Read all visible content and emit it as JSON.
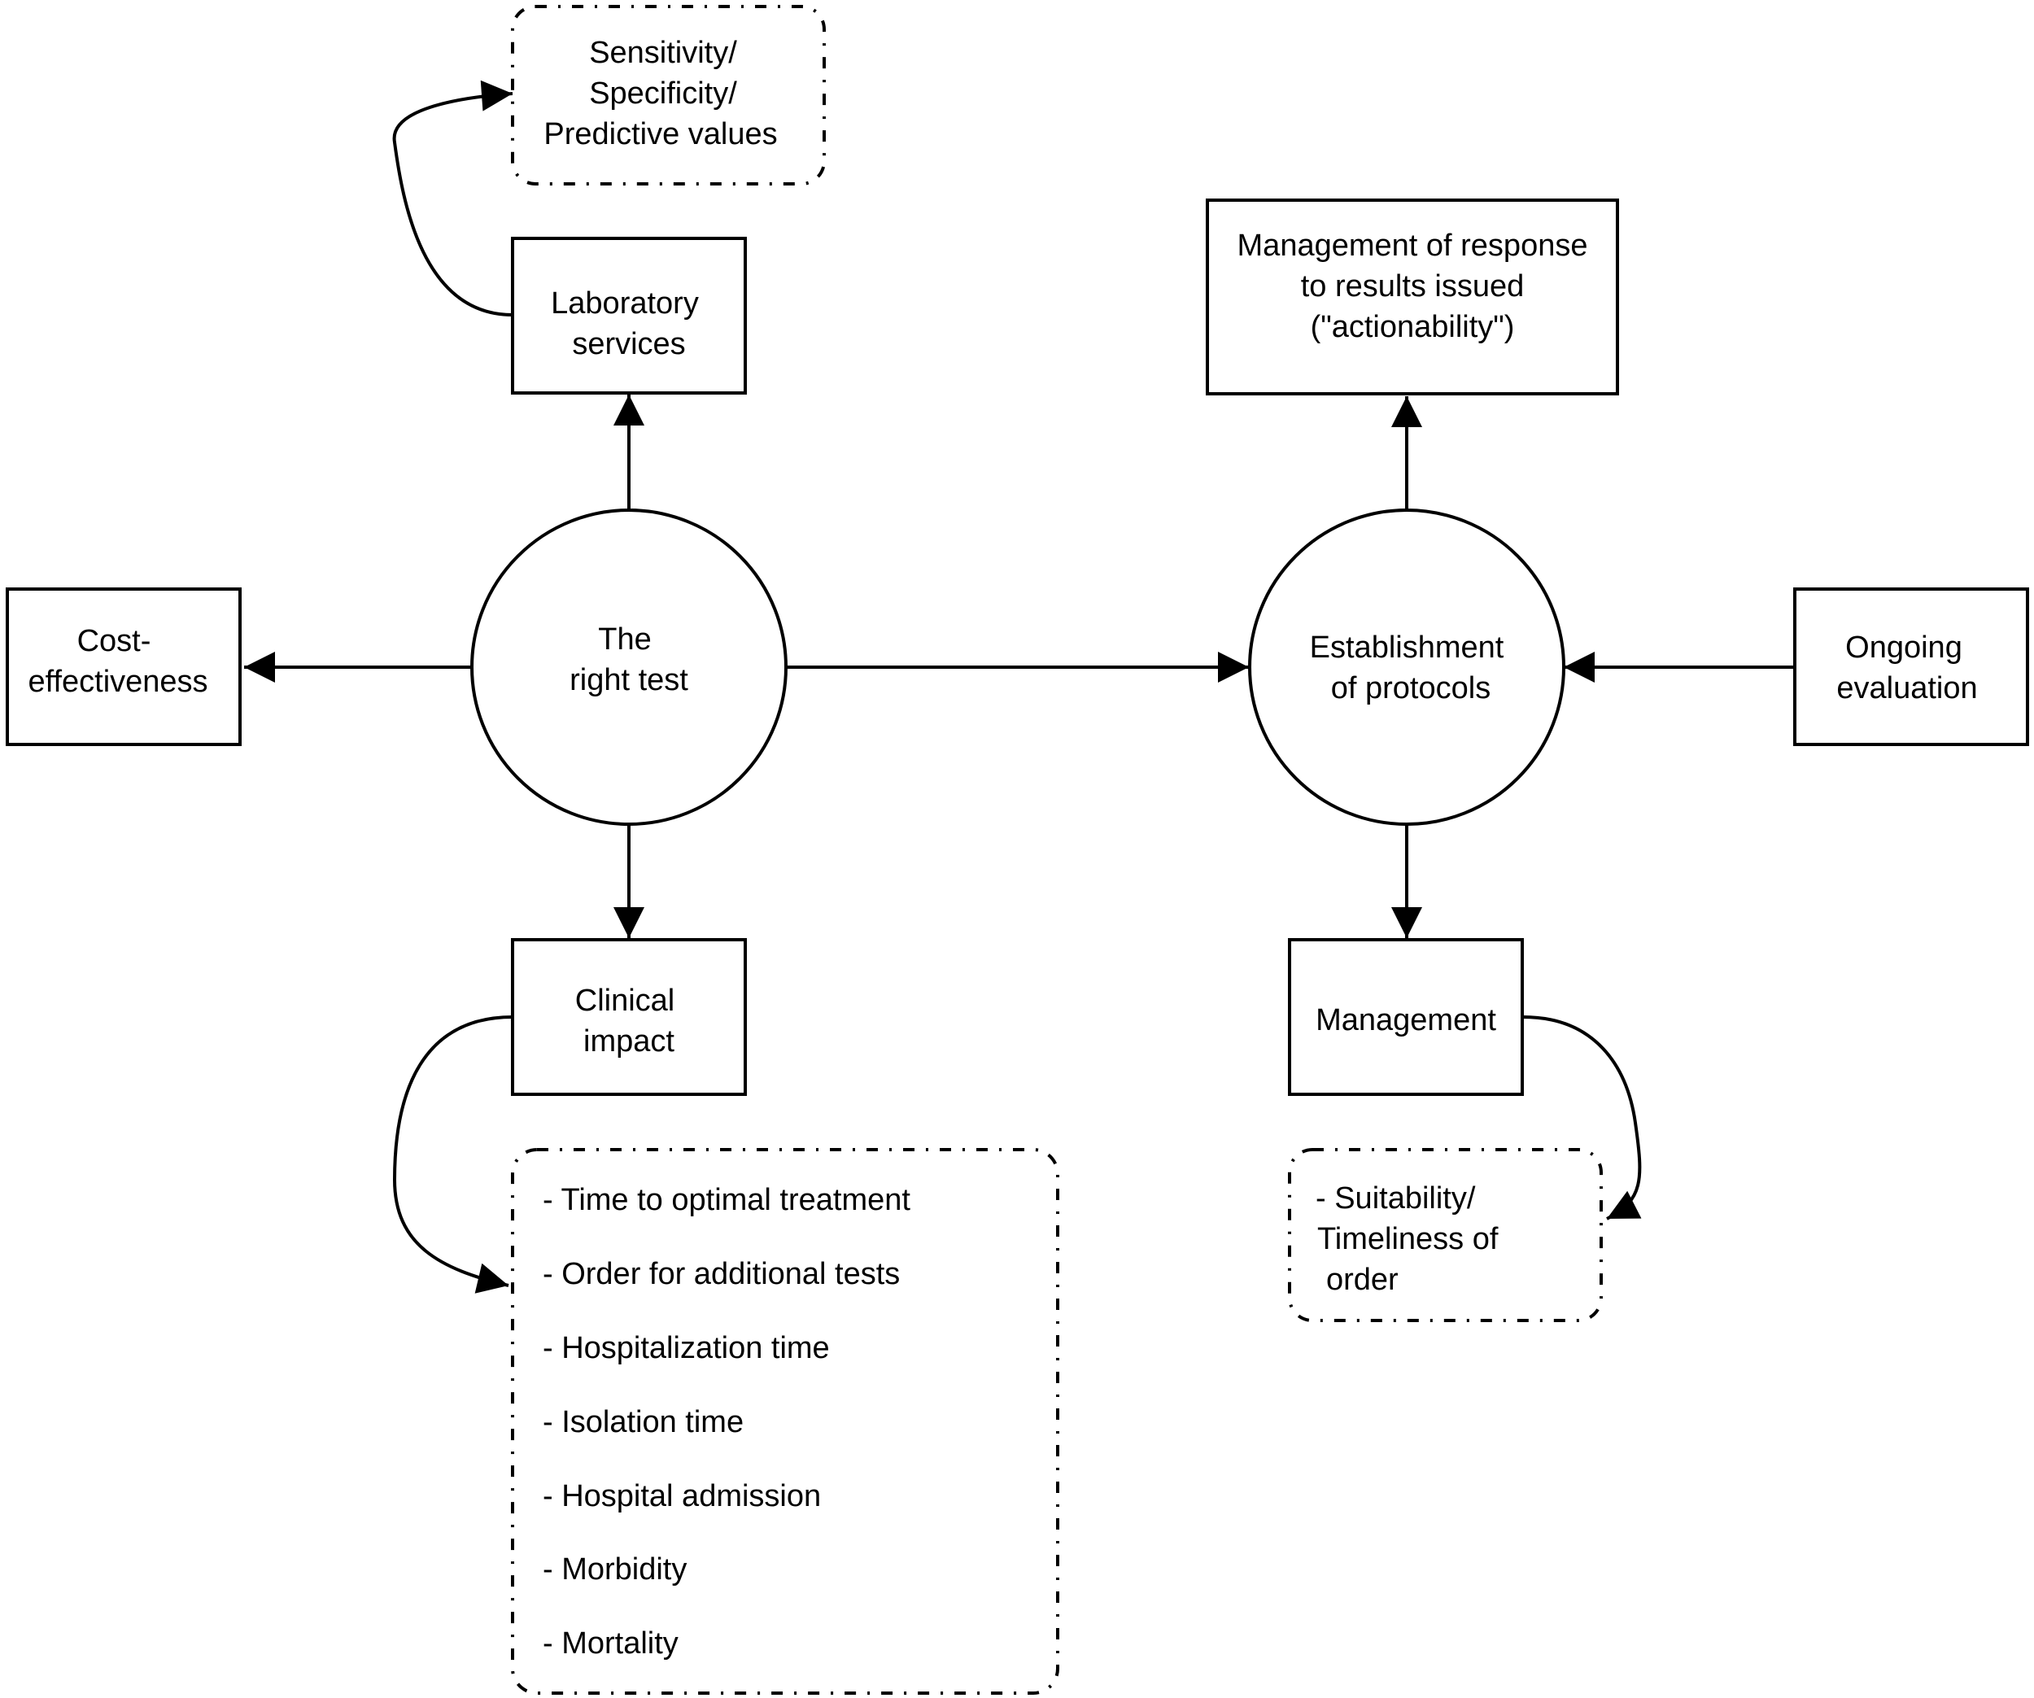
{
  "diagram": {
    "nodes": {
      "right_test": {
        "lines": [
          "The",
          "right test"
        ]
      },
      "protocols": {
        "lines": [
          "Establishment",
          "of protocols"
        ]
      },
      "lab_services": {
        "lines": [
          "Laboratory",
          "services"
        ]
      },
      "cost_effectiveness": {
        "lines": [
          "Cost-",
          "effectiveness"
        ]
      },
      "clinical_impact": {
        "lines": [
          "Clinical",
          "impact"
        ]
      },
      "management_response": {
        "lines": [
          "Management of response",
          "to results issued",
          "(\"actionability\")"
        ]
      },
      "ongoing_evaluation": {
        "lines": [
          "Ongoing",
          "evaluation"
        ]
      },
      "management": {
        "lines": [
          "Management"
        ]
      }
    },
    "notes": {
      "sensitivity": {
        "lines": [
          "Sensitivity/",
          "Specificity/",
          "Predictive values"
        ]
      },
      "clinical_outcomes": {
        "items": [
          "- Time to optimal treatment",
          "- Order for additional tests",
          "- Hospitalization time",
          "- Isolation time",
          "- Hospital admission",
          "- Morbidity",
          "- Mortality"
        ]
      },
      "suitability": {
        "lines": [
          "- Suitability/",
          "Timeliness of",
          "order"
        ]
      }
    },
    "edges": [
      {
        "from": "right_test",
        "to": "lab_services"
      },
      {
        "from": "right_test",
        "to": "cost_effectiveness"
      },
      {
        "from": "right_test",
        "to": "clinical_impact"
      },
      {
        "from": "right_test",
        "to": "protocols"
      },
      {
        "from": "protocols",
        "to": "management_response"
      },
      {
        "from": "ongoing_evaluation",
        "to": "protocols"
      },
      {
        "from": "protocols",
        "to": "management"
      },
      {
        "from": "lab_services",
        "to": "sensitivity"
      },
      {
        "from": "clinical_impact",
        "to": "clinical_outcomes"
      },
      {
        "from": "management",
        "to": "suitability"
      }
    ]
  }
}
